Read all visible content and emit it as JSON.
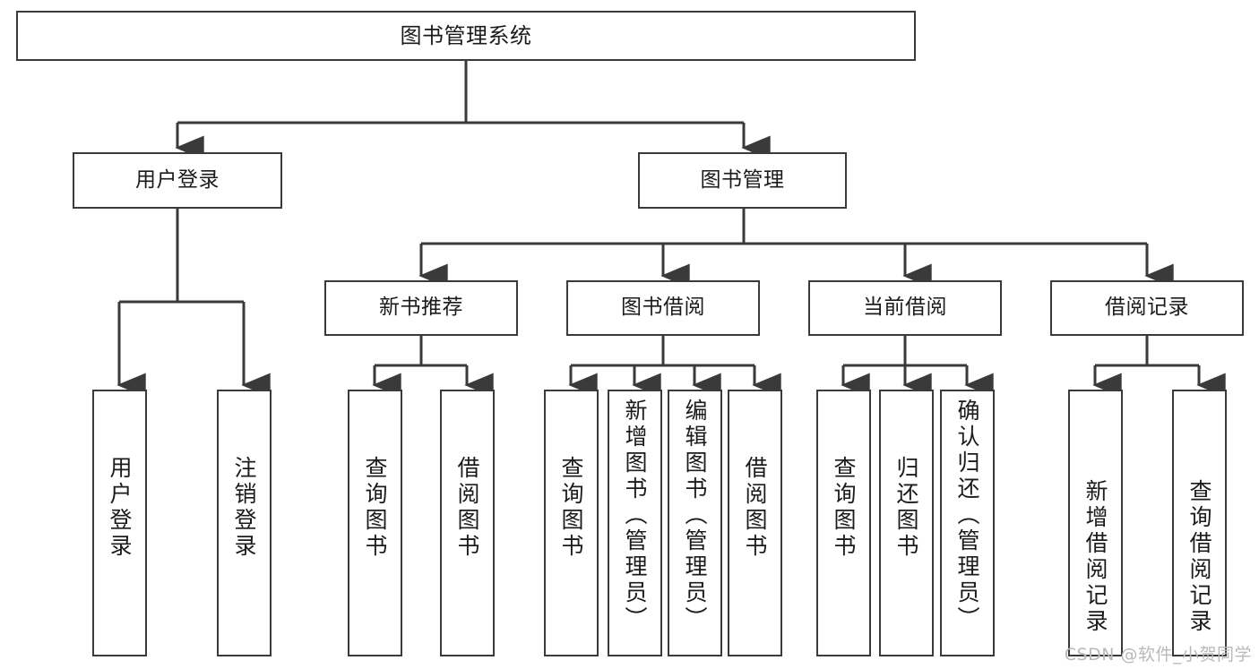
{
  "diagram": {
    "title": "图书管理系统",
    "type": "tree-hierarchy-chart",
    "root": {
      "id": "root",
      "label": "图书管理系统"
    },
    "level2": [
      {
        "id": "user-login",
        "label": "用户登录"
      },
      {
        "id": "book-admin",
        "label": "图书管理"
      }
    ],
    "level3": [
      {
        "id": "new-book-rec",
        "label": "新书推荐"
      },
      {
        "id": "book-borrow",
        "label": "图书借阅"
      },
      {
        "id": "current-borrow",
        "label": "当前借阅"
      },
      {
        "id": "borrow-record",
        "label": "借阅记录"
      }
    ],
    "leaves": {
      "user_login": [
        {
          "id": "leaf-user-login",
          "label": "用户登录"
        },
        {
          "id": "leaf-logout-login",
          "label": "注销登录"
        }
      ],
      "new_book_rec": [
        {
          "id": "leaf-query-book-1",
          "label": "查询图书"
        },
        {
          "id": "leaf-borrow-book-1",
          "label": "借阅图书"
        }
      ],
      "book_borrow": [
        {
          "id": "leaf-query-book-2",
          "label": "查询图书"
        },
        {
          "id": "leaf-add-book",
          "label": "新增图书（管理员）"
        },
        {
          "id": "leaf-edit-book",
          "label": "编辑图书（管理员）"
        },
        {
          "id": "leaf-borrow-book-2",
          "label": "借阅图书"
        }
      ],
      "current_borrow": [
        {
          "id": "leaf-query-book-3",
          "label": "查询图书"
        },
        {
          "id": "leaf-return-book",
          "label": "归还图书"
        },
        {
          "id": "leaf-confirm-return",
          "label": "确认归还（管理员）"
        }
      ],
      "borrow_record": [
        {
          "id": "leaf-add-record",
          "label": "新增借阅记录"
        },
        {
          "id": "leaf-query-record",
          "label": "查询借阅记录"
        }
      ]
    },
    "watermark": "CSDN @软件_小贺同学",
    "colors": {
      "stroke": "#3a3a3a",
      "fill": "#ffffff",
      "text": "#1b1b1b",
      "watermark": "#b9b9b9"
    }
  }
}
